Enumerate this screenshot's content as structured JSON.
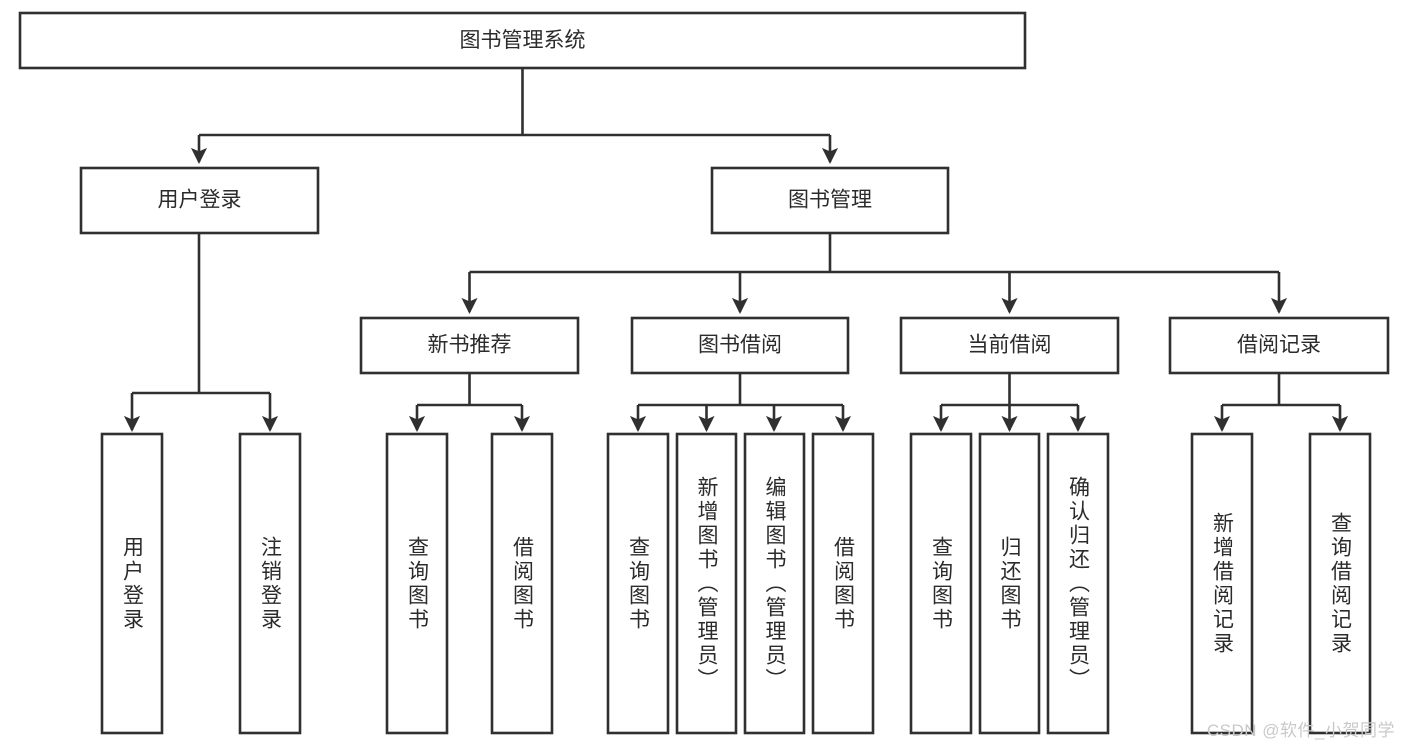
{
  "diagram": {
    "title": "图书管理系统",
    "type": "tree-hierarchy-diagram",
    "colors": {
      "box_stroke": "#303030",
      "box_fill": "#ffffff",
      "text": "#2b2b2b",
      "edge": "#303030",
      "watermark": "#c9c9c9",
      "background": "#ffffff"
    },
    "root": {
      "label": "图书管理系统"
    },
    "level2": [
      {
        "label": "用户登录"
      },
      {
        "label": "图书管理"
      }
    ],
    "level3": [
      {
        "label": "新书推荐"
      },
      {
        "label": "图书借阅"
      },
      {
        "label": "当前借阅"
      },
      {
        "label": "借阅记录"
      }
    ],
    "leaves": [
      {
        "label": "用户登录"
      },
      {
        "label": "注销登录"
      },
      {
        "label": "查询图书"
      },
      {
        "label": "借阅图书"
      },
      {
        "label": "查询图书"
      },
      {
        "label": "新增图书（管理员）"
      },
      {
        "label": "编辑图书（管理员）"
      },
      {
        "label": "借阅图书"
      },
      {
        "label": "查询图书"
      },
      {
        "label": "归还图书"
      },
      {
        "label": "确认归还（管理员）"
      },
      {
        "label": "新增借阅记录"
      },
      {
        "label": "查询借阅记录"
      }
    ]
  },
  "watermark": {
    "text": "CSDN @软件_小贺同学"
  }
}
